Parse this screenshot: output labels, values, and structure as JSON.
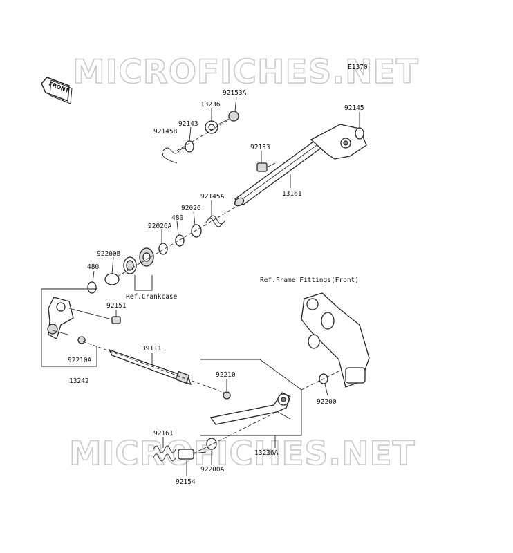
{
  "diagram_code": "E1370",
  "watermarks": [
    "MICROFICHES.NET",
    "MICROFICHES.NET"
  ],
  "front_badge": "FRONT",
  "reference_notes": {
    "crankcase": "Ref.Crankcase",
    "frame_fittings": "Ref.Frame Fittings(Front)"
  },
  "part_numbers": {
    "p92153A": "92153A",
    "p13236": "13236",
    "p92143": "92143",
    "p92145B": "92145B",
    "p92145": "92145",
    "p92153": "92153",
    "p13161": "13161",
    "p92145A": "92145A",
    "p92026": "92026",
    "p480_upper": "480",
    "p92026A": "92026A",
    "p92200B": "92200B",
    "p480_lower": "480",
    "p92151": "92151",
    "p39111": "39111",
    "p92210A": "92210A",
    "p13242": "13242",
    "p92210": "92210",
    "p92200": "92200",
    "p92161": "92161",
    "p92200A": "92200A",
    "p13236A": "13236A",
    "p92154": "92154"
  }
}
